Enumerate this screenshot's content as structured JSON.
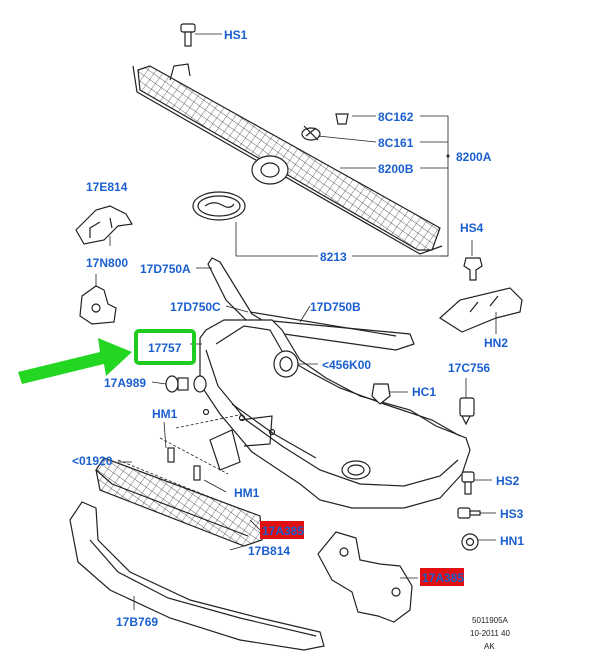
{
  "labels": {
    "hs1": "HS1",
    "c8c162": "8C162",
    "c8c161": "8C161",
    "c8200b": "8200B",
    "c8200a": "8200A",
    "c17e814": "17E814",
    "c17n800": "17N800",
    "c8213": "8213",
    "c17d750a": "17D750A",
    "hs4": "HS4",
    "c17d750c": "17D750C",
    "c17d750b": "17D750B",
    "c17757": "17757",
    "c456k00": "<456K00",
    "hn2": "HN2",
    "c17a989": "17A989",
    "hc1": "HC1",
    "c17c756": "17C756",
    "hm1a": "HM1",
    "c01920": "<01920",
    "hm1b": "HM1",
    "hs2": "HS2",
    "hs3": "HS3",
    "c17a385a": "17A385",
    "hn1": "HN1",
    "c17b814": "17B814",
    "c17a385b": "17A385",
    "c17b769": "17B769"
  },
  "footer": {
    "line1": "5011905A",
    "line2": "10-2011 40",
    "line3": "AK"
  },
  "colors": {
    "label": "#1a5fd0",
    "highlight_box": "#1fcc1f",
    "arrow": "#22d622",
    "tag_fill": "#e01010"
  }
}
